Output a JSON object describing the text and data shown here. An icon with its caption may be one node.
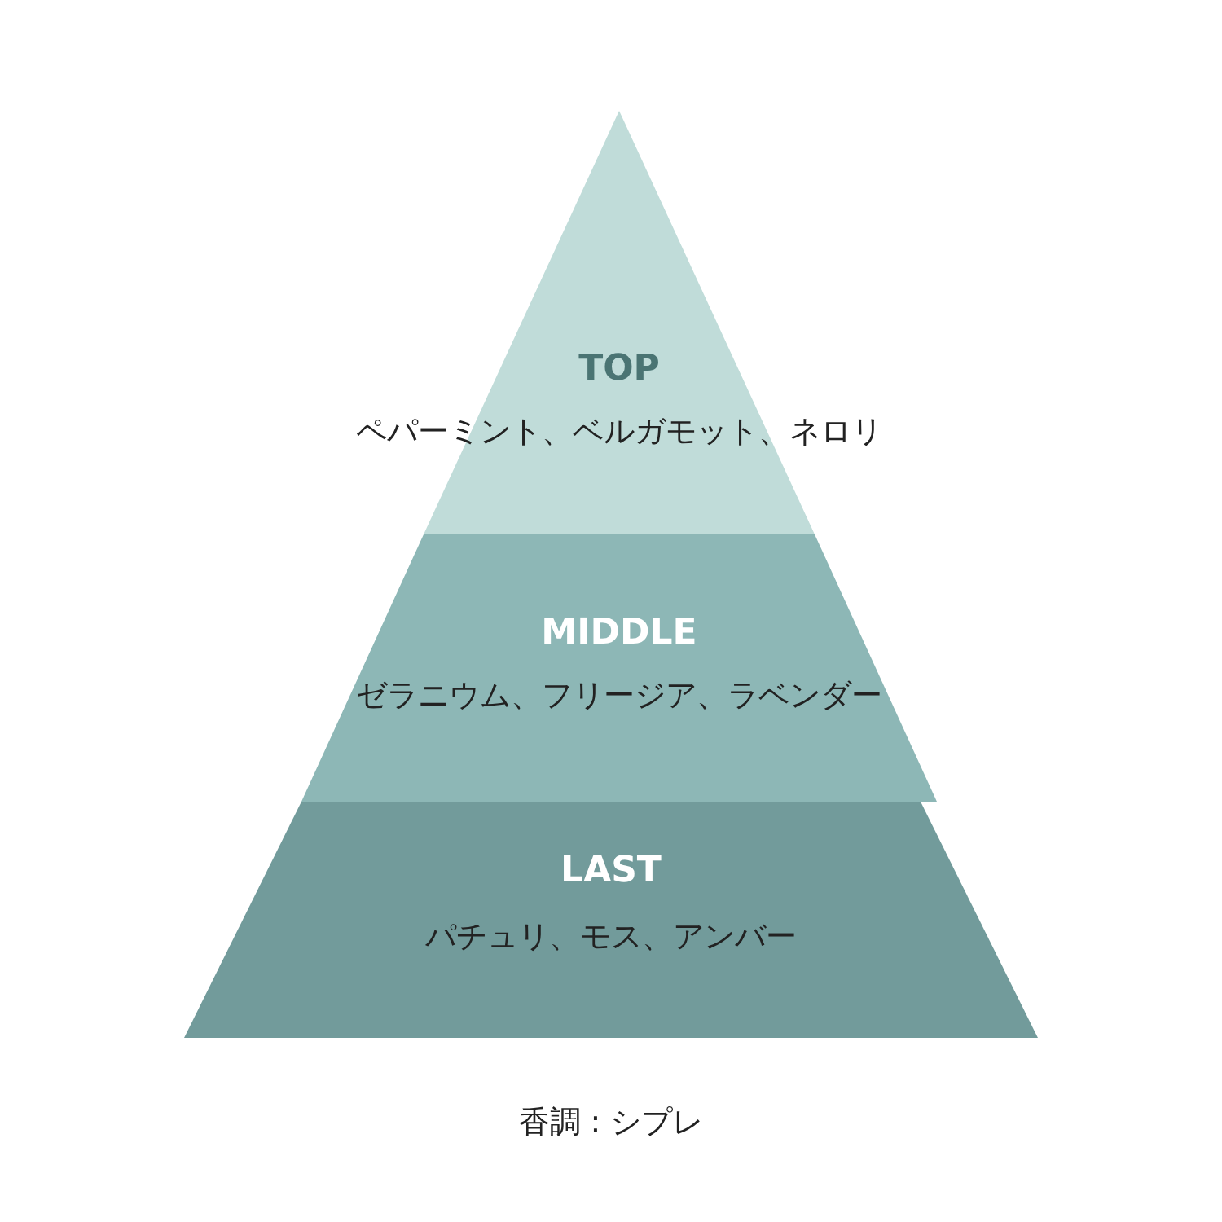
{
  "diagram": {
    "nodes": [
      {
        "text": [
          "TOP",
          "ペパーミント、ベルガモット、ネロリ"
        ]
      },
      {
        "text": [
          "MIDDLE",
          "ゼラニウム、フリージア、ラベンダー"
        ]
      },
      {
        "text": [
          "LAST",
          "パチュリ、モス、アンバー"
        ]
      }
    ],
    "labels": [
      "香調 : シプレ"
    ]
  }
}
